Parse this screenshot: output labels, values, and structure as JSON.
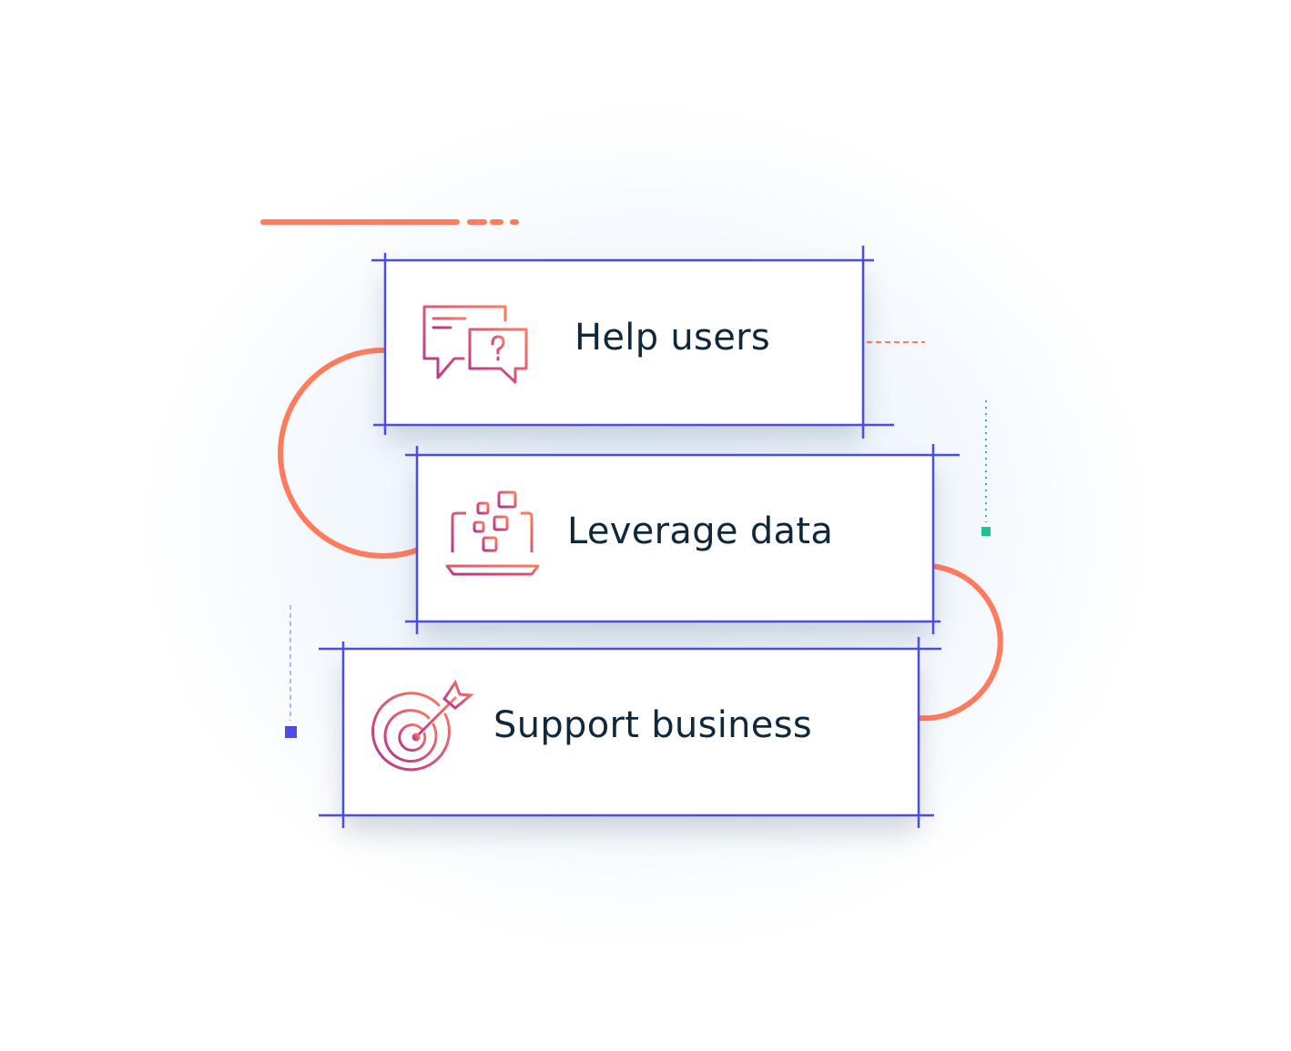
{
  "cards": [
    {
      "label": "Help users",
      "icon": "chat-question-icon"
    },
    {
      "label": "Leverage data",
      "icon": "laptop-data-icon"
    },
    {
      "label": "Support business",
      "icon": "target-arrow-icon"
    }
  ],
  "colors": {
    "accent_orange": "#FF7B5E",
    "frame_blue": "#4B4BE6",
    "green": "#1BC48C",
    "text": "#10283B",
    "icon_start": "#B0368F",
    "icon_end": "#FF7B5E"
  }
}
